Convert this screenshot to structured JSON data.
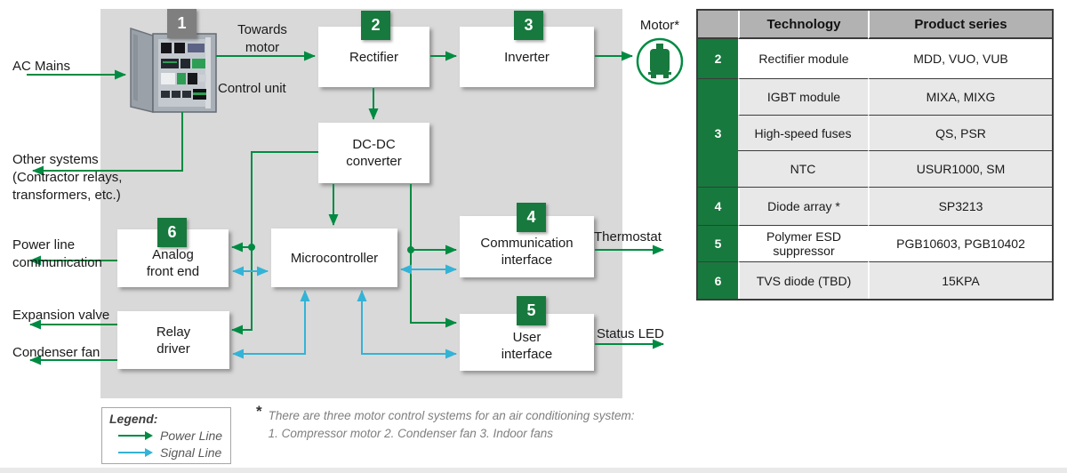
{
  "colors": {
    "accent_green": "#17793d",
    "arrow_green": "#008b42",
    "signal_cyan": "#33b3d6",
    "diagram_background": "#d9d9d9",
    "table_header_gray": "#b2b2b2",
    "table_row_gray": "#e8e8e8",
    "badge1_gray": "#7f7f7f"
  },
  "icons": {
    "motor": "motor-in-circle",
    "control_unit": "electrical-cabinet-photo",
    "legend_power": "green-right-arrow",
    "legend_signal": "cyan-right-arrow"
  },
  "diagram": {
    "blocks": {
      "control_unit": {
        "badge": "1",
        "label": "Control unit"
      },
      "rectifier": {
        "badge": "2",
        "label": "Rectifier"
      },
      "inverter": {
        "badge": "3",
        "label": "Inverter"
      },
      "dcdc_converter": {
        "lines": [
          "DC-DC",
          "converter"
        ]
      },
      "microcontroller": {
        "label": "Microcontroller"
      },
      "analog_front_end": {
        "badge": "6",
        "lines": [
          "Analog",
          "front end"
        ]
      },
      "communication_interface": {
        "badge": "4",
        "lines": [
          "Communication",
          "interface"
        ]
      },
      "user_interface": {
        "badge": "5",
        "lines": [
          "User",
          "interface"
        ]
      },
      "relay_driver": {
        "lines": [
          "Relay",
          "driver"
        ]
      }
    },
    "labels": {
      "ac_mains": "AC Mains",
      "towards_motor": [
        "Towards",
        "motor"
      ],
      "other_systems": [
        "Other systems",
        "(Contractor relays,",
        "transformers, etc.)"
      ],
      "power_line_communication": [
        "Power line",
        "communication"
      ],
      "expansion_valve": "Expansion valve",
      "condenser_fan": "Condenser fan",
      "motor": "Motor*",
      "thermostat": "Thermostat",
      "status_led": "Status LED"
    }
  },
  "legend": {
    "title": "Legend:",
    "items": [
      {
        "label": "Power Line",
        "color": "#008b42"
      },
      {
        "label": "Signal Line",
        "color": "#33b3d6"
      }
    ]
  },
  "footnote": {
    "marker": "*",
    "lines": [
      "There are three motor control systems for an air conditioning system:",
      "1. Compressor motor 2. Condenser fan 3. Indoor fans"
    ]
  },
  "table": {
    "headers": {
      "technology": "Technology",
      "product_series": "Product series"
    },
    "rows": [
      {
        "num": "2",
        "technology": "Rectifier module",
        "series": "MDD, VUO, VUB"
      },
      {
        "num": "3",
        "technology": "IGBT module",
        "series": "MIXA, MIXG"
      },
      {
        "technology": "High-speed fuses",
        "series": "QS, PSR"
      },
      {
        "technology": "NTC",
        "series": "USUR1000, SM"
      },
      {
        "num": "4",
        "technology": "Diode array *",
        "series": "SP3213"
      },
      {
        "num": "5",
        "technology": "Polymer ESD suppressor",
        "series": "PGB10603, PGB10402"
      },
      {
        "num": "6",
        "technology": "TVS diode (TBD)",
        "series": "15KPA"
      }
    ]
  }
}
